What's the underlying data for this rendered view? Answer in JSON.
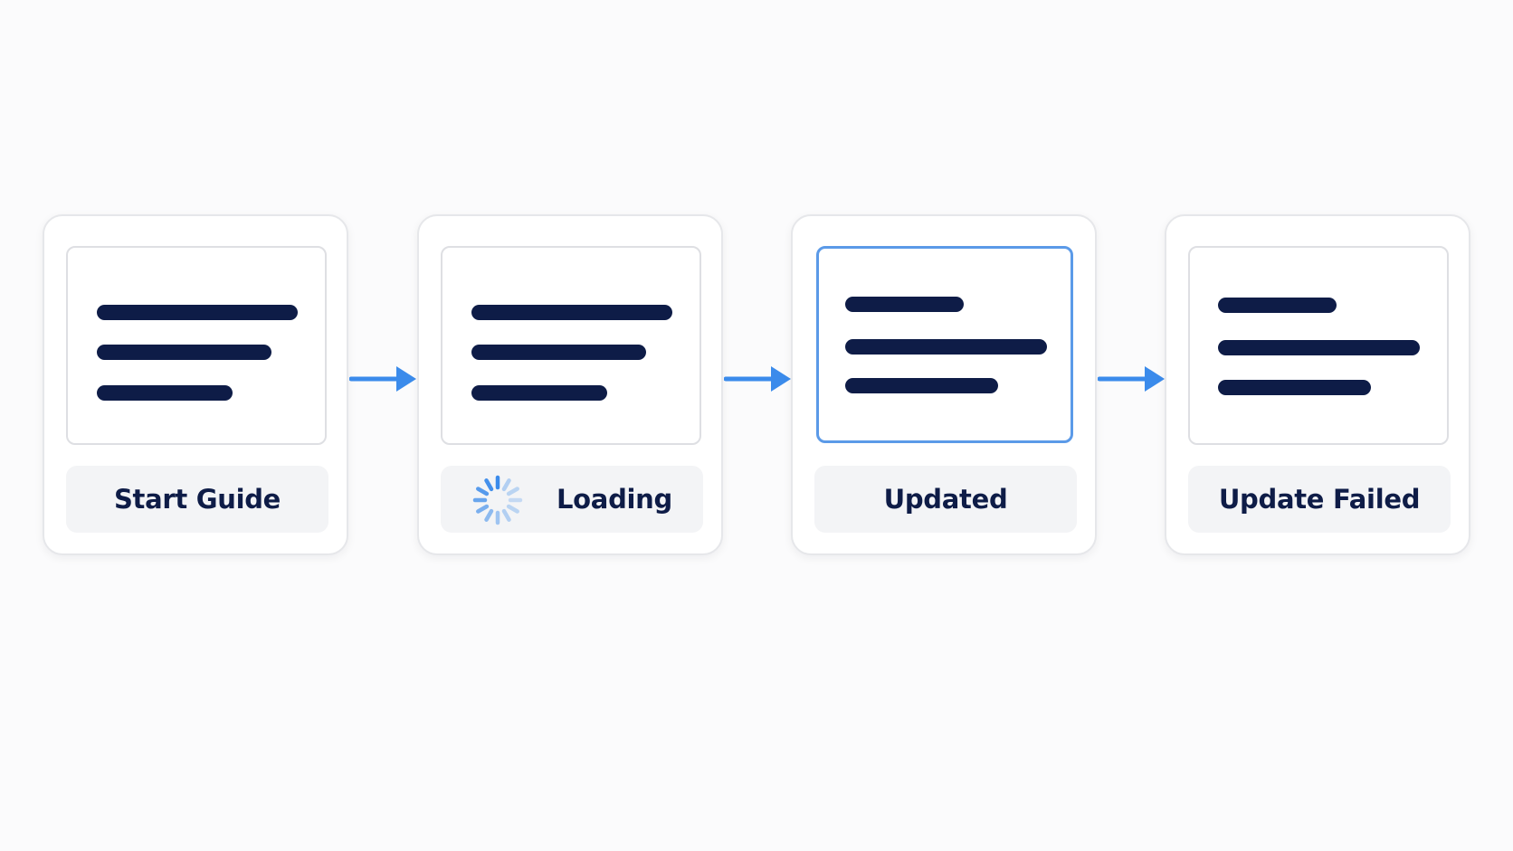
{
  "colors": {
    "accent": "#3b8beb",
    "ink": "#0e1c47",
    "highlight_border": "#5b9ae8",
    "card_border": "#e6e7ea",
    "label_bg": "#f3f4f6"
  },
  "steps": [
    {
      "label": "Start Guide",
      "state": "start"
    },
    {
      "label": "Loading",
      "state": "loading",
      "icon": "spinner-icon"
    },
    {
      "label": "Updated",
      "state": "updated"
    },
    {
      "label": "Update Failed",
      "state": "failed"
    }
  ],
  "connectors": [
    {
      "icon": "arrow-right-icon"
    },
    {
      "icon": "arrow-right-icon"
    },
    {
      "icon": "arrow-right-icon"
    }
  ]
}
